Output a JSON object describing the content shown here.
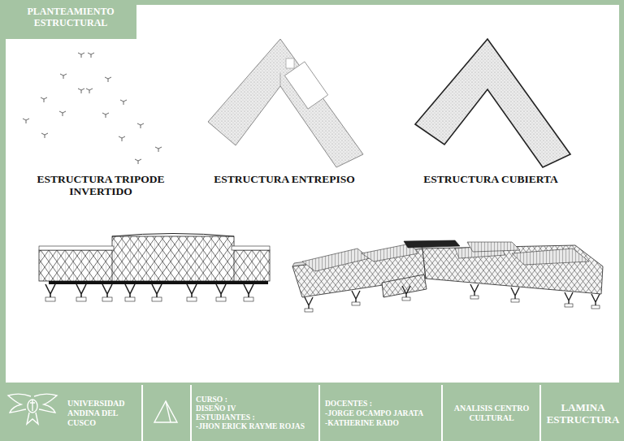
{
  "diagram": {
    "title": "PLANTEAMIENTO ESTRUCTURAL",
    "nodes": [
      {
        "text": [
          "UNIVERSIDAD ANDINA DEL CUSCO"
        ]
      },
      {
        "text": [
          "CURSO :",
          "DISEÑO IV",
          "ESTUDIANTES :",
          "-JHON ERICK RAYME ROJAS"
        ]
      },
      {
        "text": [
          "DOCENTES :",
          "-JORGE OCAMPO JARATA",
          "-KATHERINE RADO"
        ]
      },
      {
        "text": [
          "ANALISIS CENTRO CULTURAL"
        ]
      },
      {
        "text": [
          "LAMINA ESTRUCTURA"
        ]
      }
    ],
    "labels": [
      "ESTRUCTURA TRIPODE INVERTIDO",
      "ESTRUCTURA ENTREPISO",
      "ESTRUCTURA CUBIERTA"
    ]
  }
}
